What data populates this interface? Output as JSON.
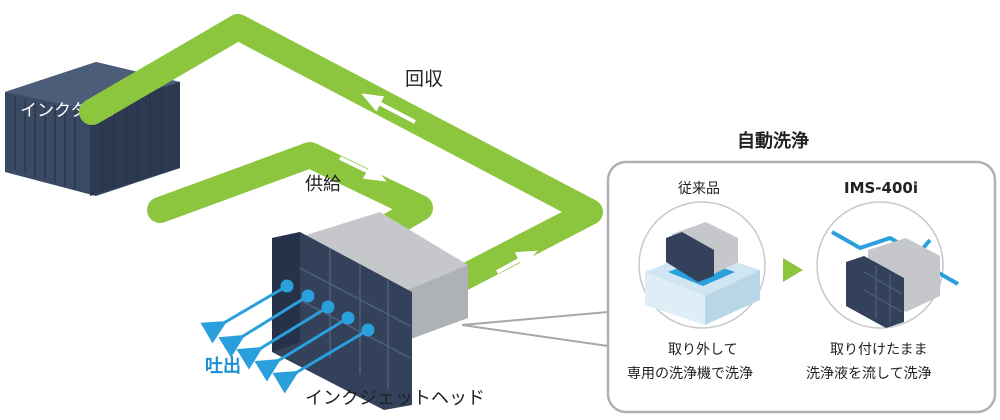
{
  "labels": {
    "ink_tank": "インクタンク",
    "recovery": "回収",
    "supply": "供給",
    "discharge": "吐出",
    "inkjet_head": "インクジェットヘッド"
  },
  "callout": {
    "title": "自動洗浄",
    "conventional": {
      "title": "従来品",
      "line1": "取り外して",
      "line2": "専用の洗浄機で洗浄"
    },
    "product": {
      "title": "IMS-400i",
      "line1": "取り付けたまま",
      "line2": "洗浄液を流して洗浄"
    }
  },
  "colors": {
    "pipe_green": "#8cc63f",
    "discharge_blue": "#29a0dc",
    "discharge_label": "#1b8fd6",
    "device_dark": "#33415a",
    "device_gray": "#c5c7cb",
    "callout_border": "#b0b0b0"
  }
}
